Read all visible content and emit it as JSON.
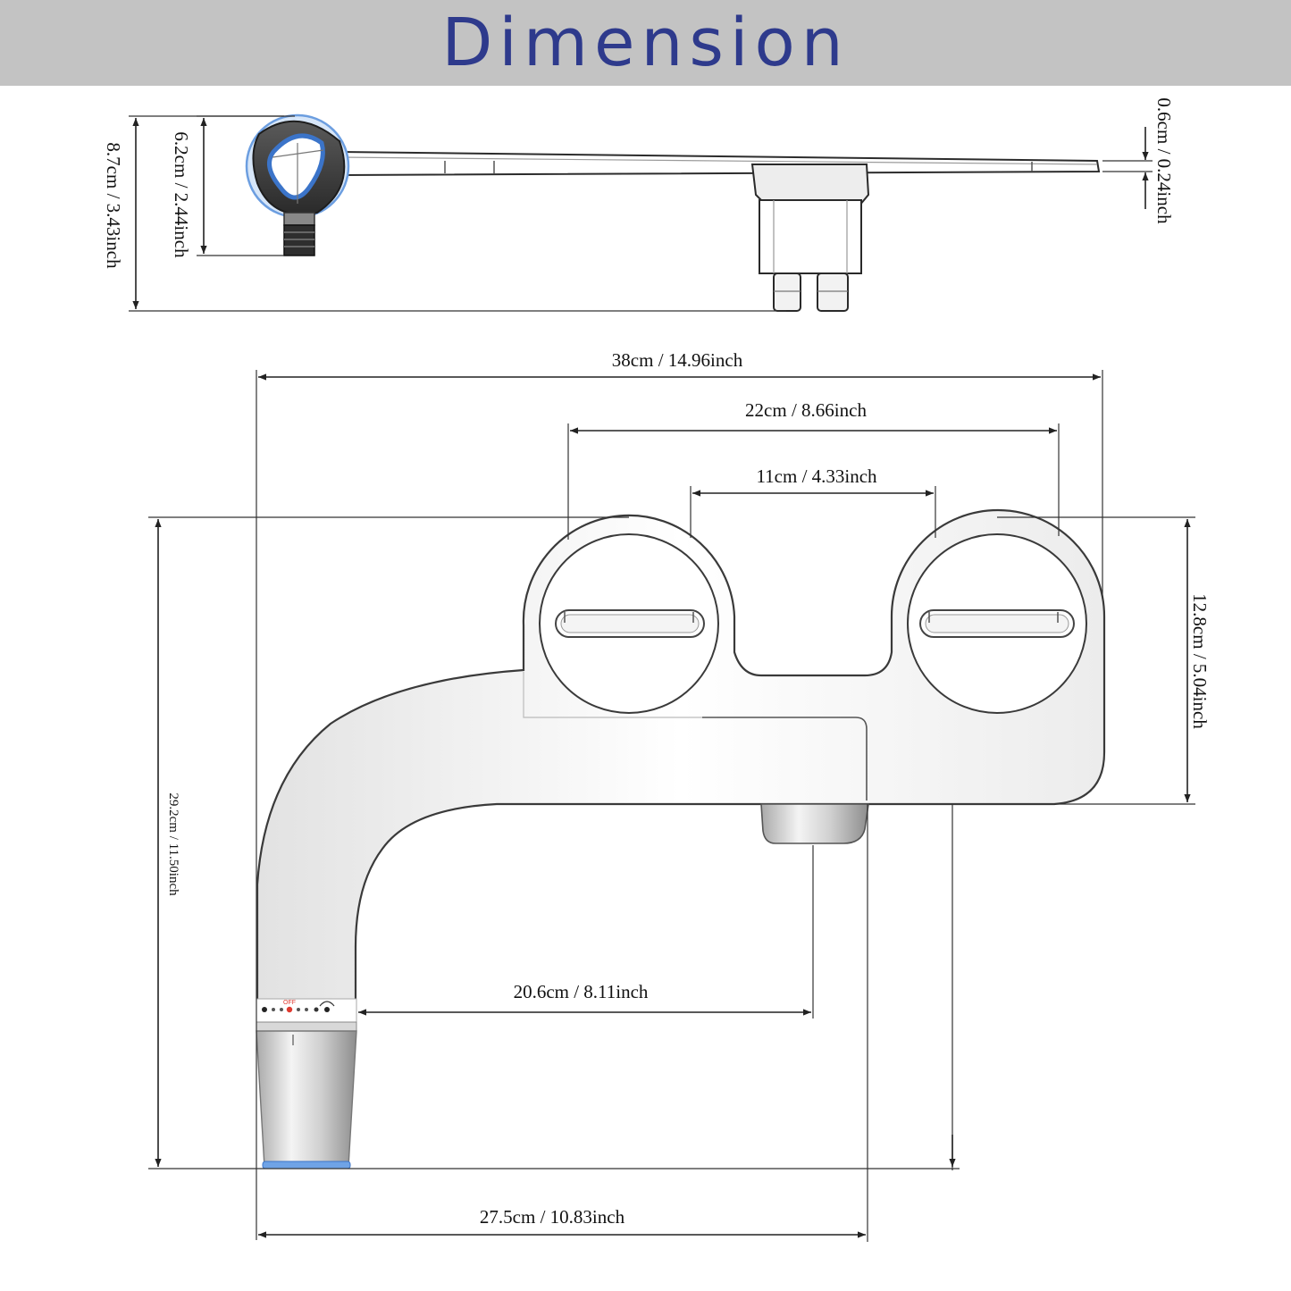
{
  "title": "Dimension",
  "side_view": {
    "total_height": "8.7cm / 3.43inch",
    "knob_height": "6.2cm / 2.44inch",
    "plate_thickness": "0.6cm / 0.24inch"
  },
  "top_view": {
    "overall_width": "38cm / 14.96inch",
    "hole_outer_span": "22cm / 8.66inch",
    "hole_inner_span": "11cm / 4.33inch",
    "overall_length": "29.2cm / 11.50inch",
    "plate_depth": "12.8cm / 5.04inch",
    "nozzle_to_inlet": "20.6cm / 8.11inch",
    "nozzle_to_plate_edge": "27.5cm / 10.83inch"
  },
  "dial": {
    "off_label": "OFF"
  },
  "colors": {
    "banner": "#c3c3c3",
    "title": "#2e3a8c",
    "knob_accent": "#3b74c9",
    "off_marker": "#e03a2f"
  }
}
